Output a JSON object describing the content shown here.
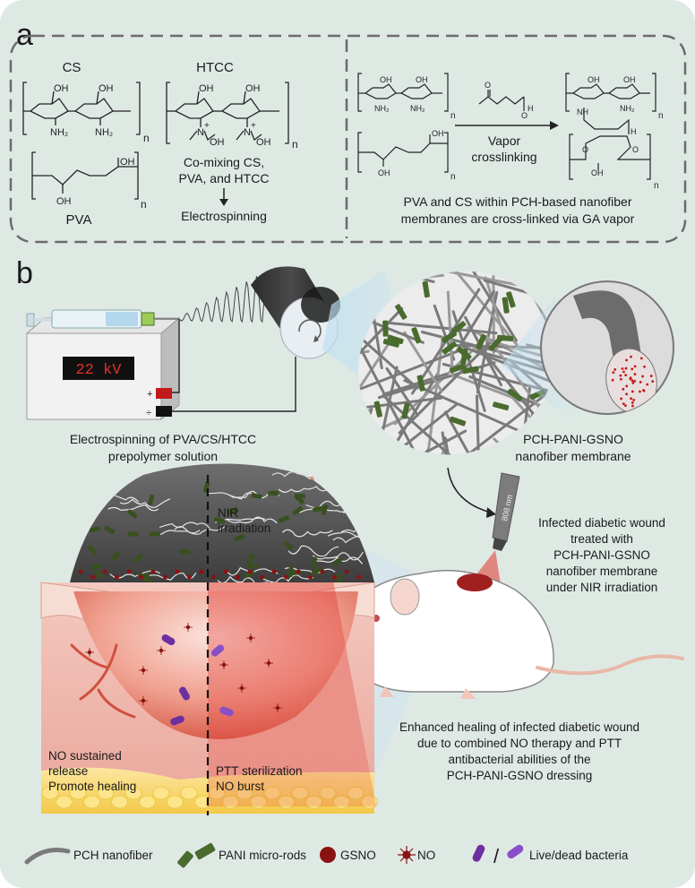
{
  "panel_labels": {
    "a": "a",
    "b": "b"
  },
  "panel_a": {
    "cs_label": "CS",
    "htcc_label": "HTCC",
    "pva_label": "PVA",
    "mixing_text": [
      "Co-mixing CS,",
      "PVA, and HTCC"
    ],
    "electrospinning_text": "Electrospinning",
    "vapor_text": [
      "Vapor",
      "crosslinking"
    ],
    "crosslink_caption": [
      "PVA and CS within PCH-based nanofiber",
      "membranes are cross-linked via GA vapor"
    ],
    "chem": {
      "oh": "OH",
      "nh2": "NH₂",
      "n": "n",
      "plus": "+",
      "o": "O",
      "nh": "NH",
      "h": "H",
      "n_atom": "N"
    }
  },
  "panel_b": {
    "voltage": "22 kV",
    "plus": "+",
    "minus": "÷",
    "electrospin_caption": [
      "Electrospinning of PVA/CS/HTCC",
      "prepolymer solution"
    ],
    "membrane_caption": [
      "PCH-PANI-GSNO",
      "nanofiber membrane"
    ],
    "laser_label": "808 nm",
    "infected_caption": [
      "Infected diabetic wound",
      "treated with",
      "PCH-PANI-GSNO",
      "nanofiber membrane",
      "under NIR irradiation"
    ],
    "nir_label": [
      "NIR",
      "irradiation"
    ],
    "left_effect": [
      "NO sustained",
      "release",
      "Promote healing"
    ],
    "right_effect": [
      "PTT sterilization",
      "NO burst"
    ],
    "healing_caption": [
      "Enhanced healing of infected diabetic wound",
      "due to combined NO therapy and PTT",
      "antibacterial abilities of the",
      "PCH-PANI-GSNO dressing"
    ]
  },
  "legend": {
    "pch": "PCH nanofiber",
    "pani": "PANI micro-rods",
    "gsno": "GSNO",
    "no": "NO",
    "bacteria": "Live/dead bacteria",
    "slash": "/"
  },
  "colors": {
    "background": "#dfe9e4",
    "pani_green": "#4a6b2e",
    "gsno_red": "#8b1212",
    "bacteria_purple": "#6b2fa0",
    "laser_red": "#e0342f",
    "fiber_gray": "#7a7a7a"
  }
}
